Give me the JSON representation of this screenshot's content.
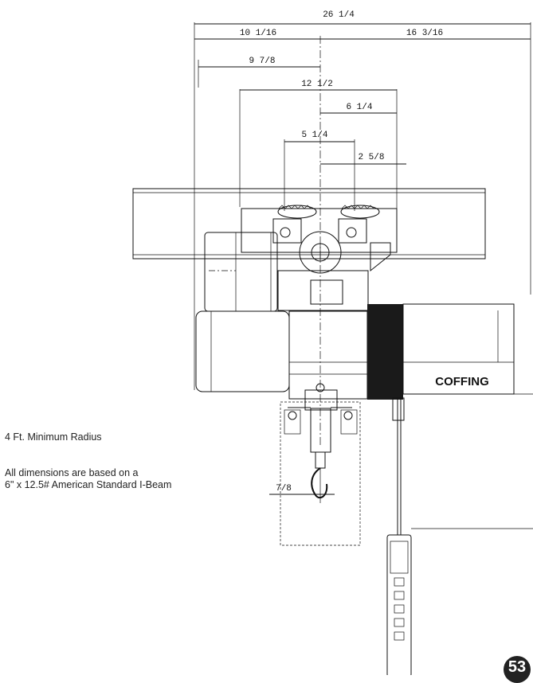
{
  "dimensions": {
    "d_26_1_4": "26 1/4",
    "d_10_1_16": "10 1/16",
    "d_16_3_16": "16 3/16",
    "d_9_7_8": "9 7/8",
    "d_12_1_2": "12 1/2",
    "d_6_1_4": "6 1/4",
    "d_5_1_4": "5 1/4",
    "d_2_5_8": "2 5/8",
    "d_7_8": "7/8"
  },
  "brand": {
    "label": "COFFING"
  },
  "notes": {
    "radius": "4 Ft. Minimum Radius",
    "basis_line1": "All dimensions are based on a",
    "basis_line2": "6\" x 12.5# American Standard I-Beam"
  },
  "page": {
    "number": "53"
  }
}
